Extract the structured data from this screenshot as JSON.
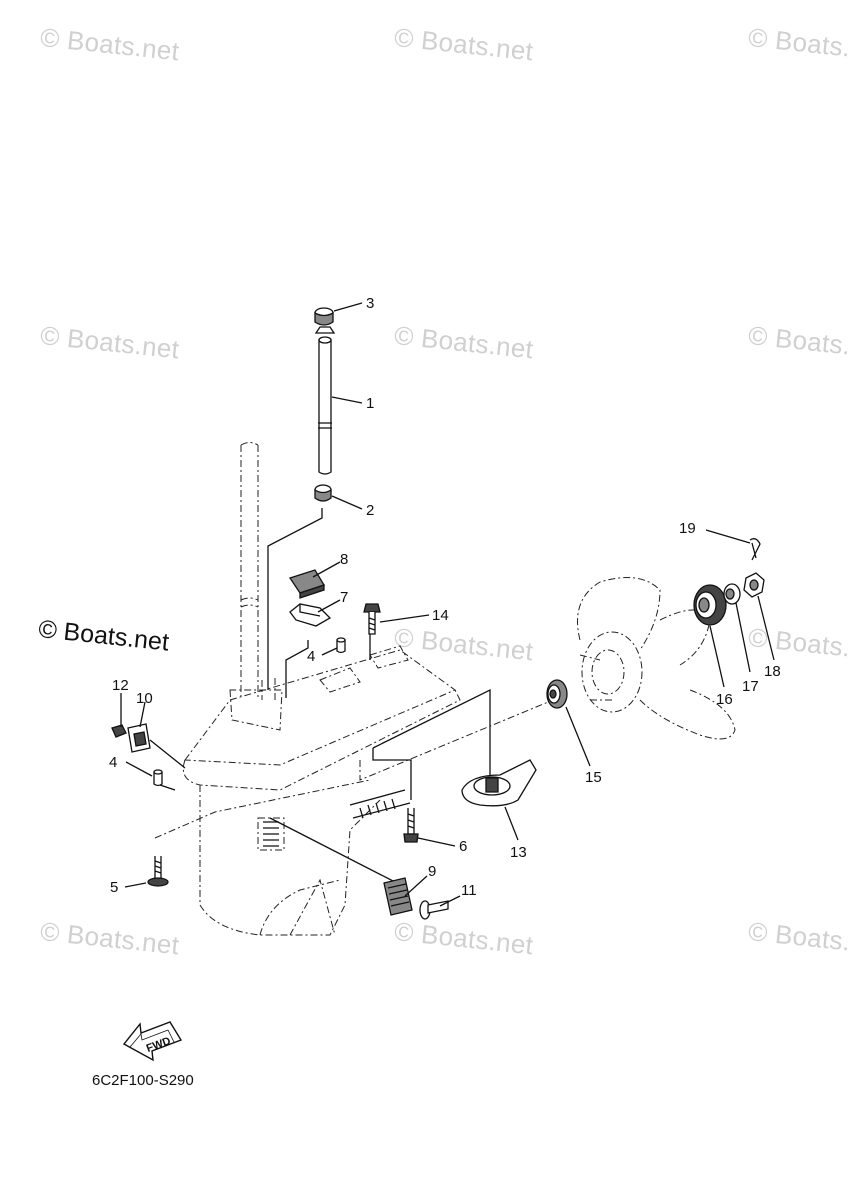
{
  "watermark": "© Boats.net",
  "main_watermark": "© Boats.net",
  "diagram_code": "6C2F100-S290",
  "fwd_label": "FWD",
  "parts": [
    {
      "num": "1"
    },
    {
      "num": "2"
    },
    {
      "num": "3"
    },
    {
      "num": "4"
    },
    {
      "num": "4"
    },
    {
      "num": "5"
    },
    {
      "num": "6"
    },
    {
      "num": "7"
    },
    {
      "num": "8"
    },
    {
      "num": "9"
    },
    {
      "num": "10"
    },
    {
      "num": "11"
    },
    {
      "num": "12"
    },
    {
      "num": "13"
    },
    {
      "num": "14"
    },
    {
      "num": "15"
    },
    {
      "num": "16"
    },
    {
      "num": "17"
    },
    {
      "num": "18"
    },
    {
      "num": "19"
    }
  ]
}
